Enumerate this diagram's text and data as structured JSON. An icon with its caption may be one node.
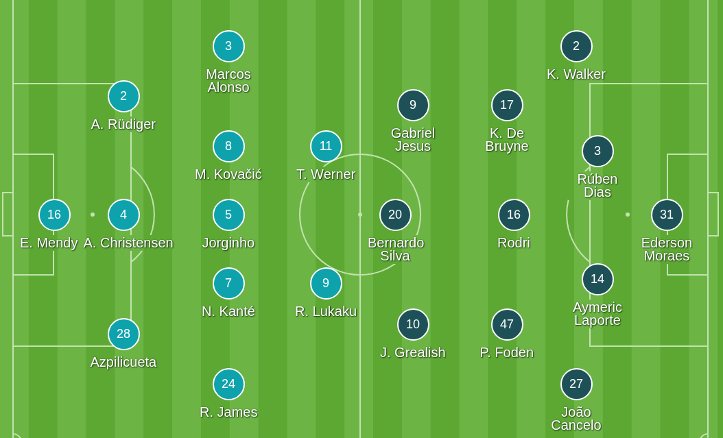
{
  "diagram": {
    "nodes": [
      {
        "text": [
          "16"
        ],
        "beside": [
          "E. Mendy"
        ]
      },
      {
        "text": [
          "2"
        ],
        "beside": [
          "A. Rüdiger"
        ]
      },
      {
        "text": [
          "4"
        ],
        "beside": [
          "A. Christensen"
        ]
      },
      {
        "text": [
          "28"
        ],
        "beside": [
          "Azpilicueta"
        ]
      },
      {
        "text": [
          "3"
        ],
        "beside": [
          "Marcos Alonso"
        ]
      },
      {
        "text": [
          "8"
        ],
        "beside": [
          "M. Kovačić"
        ]
      },
      {
        "text": [
          "5"
        ],
        "beside": [
          "Jorginho"
        ]
      },
      {
        "text": [
          "7"
        ],
        "beside": [
          "N. Kanté"
        ]
      },
      {
        "text": [
          "24"
        ],
        "beside": [
          "R. James"
        ]
      },
      {
        "text": [
          "11"
        ],
        "beside": [
          "T. Werner"
        ]
      },
      {
        "text": [
          "9"
        ],
        "beside": [
          "R. Lukaku"
        ]
      },
      {
        "text": [
          "9"
        ],
        "beside": [
          "Gabriel Jesus"
        ]
      },
      {
        "text": [
          "20"
        ],
        "beside": [
          "Bernardo Silva"
        ]
      },
      {
        "text": [
          "10"
        ],
        "beside": [
          "J. Grealish"
        ]
      },
      {
        "text": [
          "17"
        ],
        "beside": [
          "K. De Bruyne"
        ]
      },
      {
        "text": [
          "16"
        ],
        "beside": [
          "Rodri"
        ]
      },
      {
        "text": [
          "47"
        ],
        "beside": [
          "P. Foden"
        ]
      },
      {
        "text": [
          "2"
        ],
        "beside": [
          "K. Walker"
        ]
      },
      {
        "text": [
          "27"
        ],
        "beside": [
          "João Cancelo"
        ]
      },
      {
        "text": [
          "3"
        ],
        "beside": [
          "Rúben Dias"
        ]
      },
      {
        "text": [
          "14"
        ],
        "beside": [
          "Aymeric Laporte"
        ]
      },
      {
        "text": [
          "31"
        ],
        "beside": [
          "Ederson Moraes"
        ]
      }
    ]
  }
}
